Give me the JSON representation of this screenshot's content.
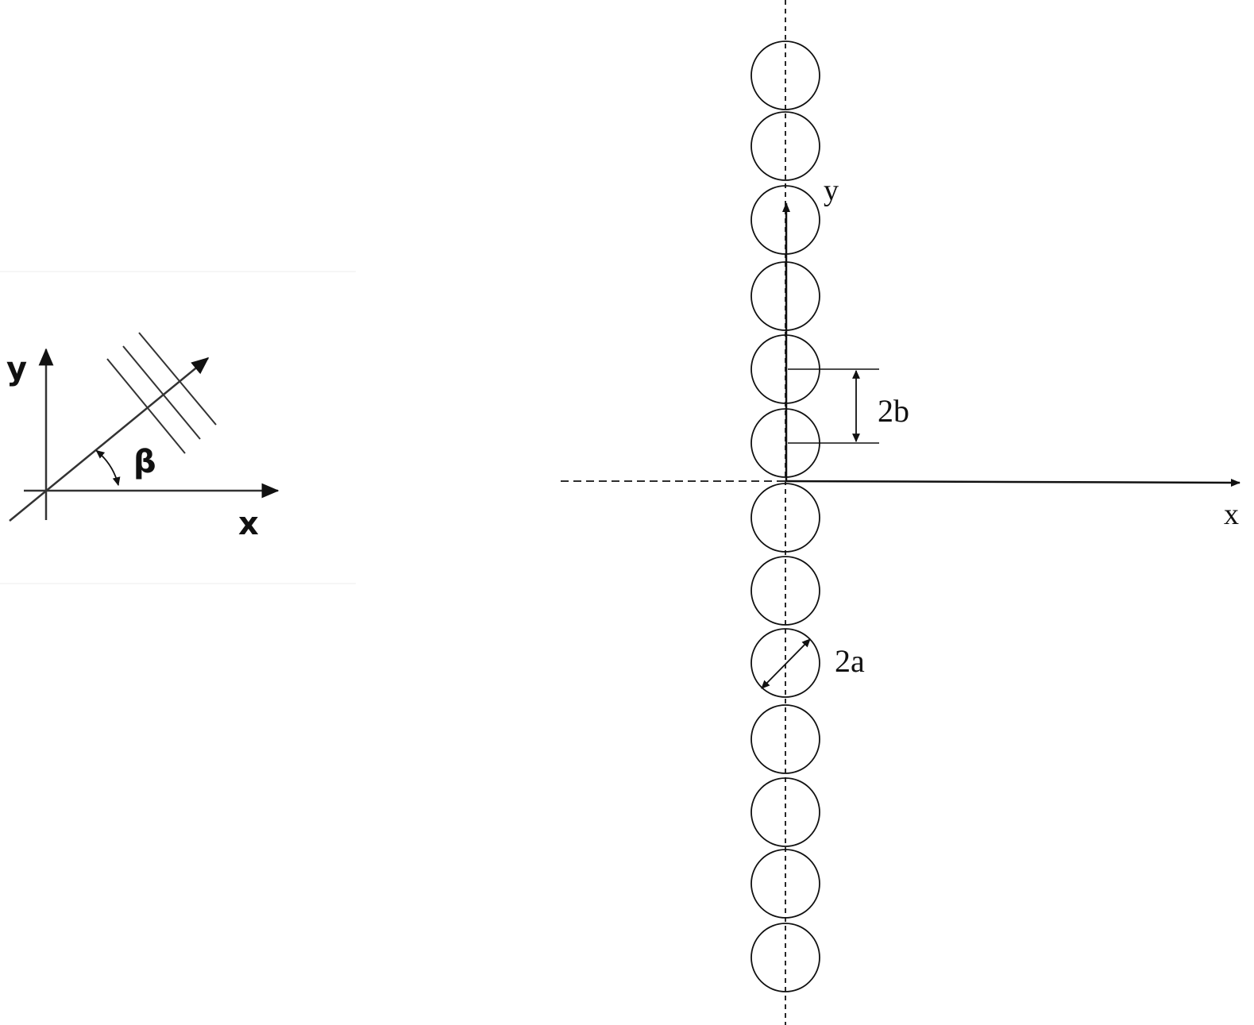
{
  "inset": {
    "y_axis_label": "y",
    "x_axis_label": "x",
    "angle_label": "β"
  },
  "main": {
    "y_axis_label": "y",
    "x_axis_label": "x",
    "spacing_label": "2b",
    "diameter_label": "2a"
  },
  "colors": {
    "line": "#111111",
    "inset_line": "#333333",
    "background": "#ffffff"
  }
}
